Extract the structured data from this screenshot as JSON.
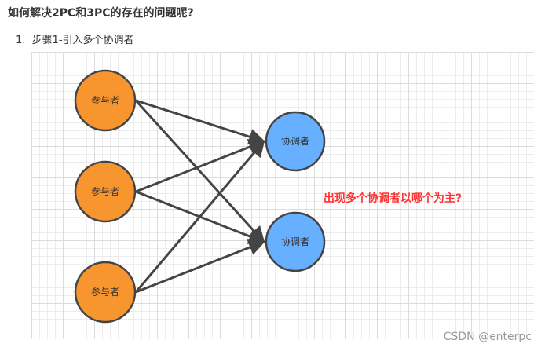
{
  "heading": "如何解决2PC和3PC的存在的问题呢?",
  "list": {
    "marker": "1.",
    "text": "步骤1-引入多个协调者"
  },
  "diagram": {
    "participants": [
      {
        "label": "参与者",
        "color": "#f7962e"
      },
      {
        "label": "参与者",
        "color": "#f7962e"
      },
      {
        "label": "参与者",
        "color": "#f7962e"
      }
    ],
    "coordinators": [
      {
        "label": "协调者",
        "color": "#67b0ff"
      },
      {
        "label": "协调者",
        "color": "#67b0ff"
      }
    ],
    "edges": [
      {
        "from": "participant-1",
        "to": "coordinator-1"
      },
      {
        "from": "participant-1",
        "to": "coordinator-2"
      },
      {
        "from": "participant-2",
        "to": "coordinator-1"
      },
      {
        "from": "participant-2",
        "to": "coordinator-2"
      },
      {
        "from": "participant-3",
        "to": "coordinator-1"
      },
      {
        "from": "participant-3",
        "to": "coordinator-2"
      }
    ],
    "annotation": "出现多个协调者以哪个为主?",
    "annotation_color": "#ff3333",
    "edge_color": "#444444"
  },
  "watermark": "CSDN @enterpc"
}
